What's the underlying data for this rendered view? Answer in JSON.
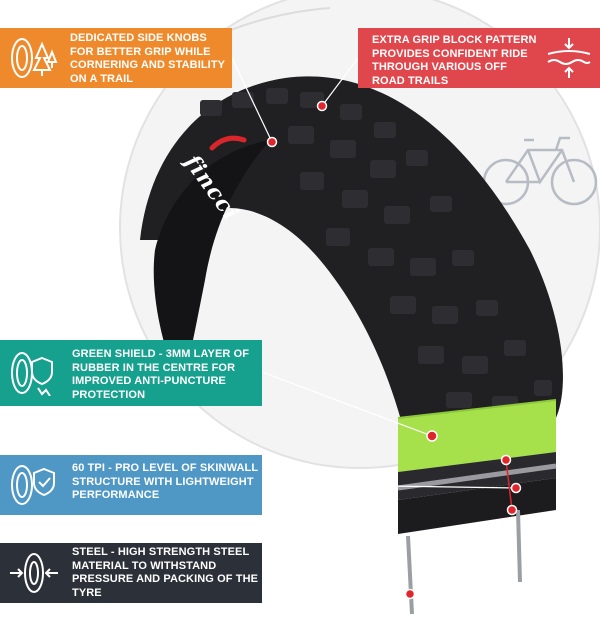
{
  "callouts": {
    "side_knobs": {
      "text": "DEDICATED SIDE KNOBS FOR BETTER GRIP WHILE CORNERING AND STABILITY ON A TRAIL",
      "color": "#ef8a2c",
      "icon": "trees-tyre-icon"
    },
    "grip_block": {
      "text": "EXTRA GRIP BLOCK PATTERN PROVIDES CONFIDENT RIDE THROUGH VARIOUS OFF ROAD TRAILS",
      "color": "#e0474c",
      "icon": "terrain-grip-icon"
    },
    "green_shield": {
      "text": "GREEN SHIELD - 3MM LAYER OF RUBBER IN THE CENTRE FOR IMPROVED ANTI-PUNCTURE PROTECTION",
      "color": "#16a08e",
      "icon": "puncture-shield-icon"
    },
    "tpi": {
      "text": "60 TPI - PRO LEVEL OF SKINWALL STRUCTURE WITH LIGHTWEIGHT PERFORMANCE",
      "color": "#4f97c4",
      "icon": "skinwall-shield-icon"
    },
    "steel": {
      "text": "STEEL - HIGH STRENGTH STEEL MATERIAL TO WITHSTAND PRESSURE AND PACKING OF THE TYRE",
      "color": "#2c3038",
      "icon": "steel-bead-icon"
    }
  },
  "brand": {
    "text": "fincci",
    "accent": "#d9262b"
  },
  "colors": {
    "tyre": "#1f1f22",
    "shield": "#a6e04a",
    "marker": "#e1252c"
  }
}
